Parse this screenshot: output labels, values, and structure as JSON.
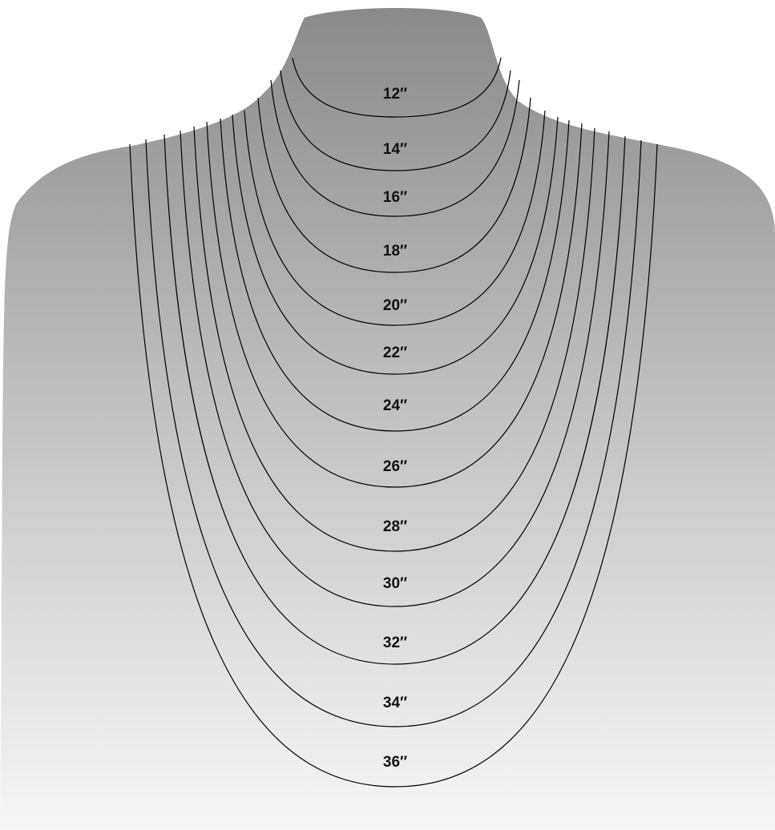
{
  "colors": {
    "bust_top": "#8a8a8a",
    "bust_mid": "#bdbdbd",
    "bust_bottom": "#f7f7f7",
    "chain": "#000000",
    "label": "#111111"
  },
  "necklace_lengths": [
    {
      "label": "12″"
    },
    {
      "label": "14″"
    },
    {
      "label": "16″"
    },
    {
      "label": "18″"
    },
    {
      "label": "20″"
    },
    {
      "label": "22″"
    },
    {
      "label": "24″"
    },
    {
      "label": "26″"
    },
    {
      "label": "28″"
    },
    {
      "label": "30″"
    },
    {
      "label": "32″"
    },
    {
      "label": "34″"
    },
    {
      "label": "36″"
    }
  ]
}
